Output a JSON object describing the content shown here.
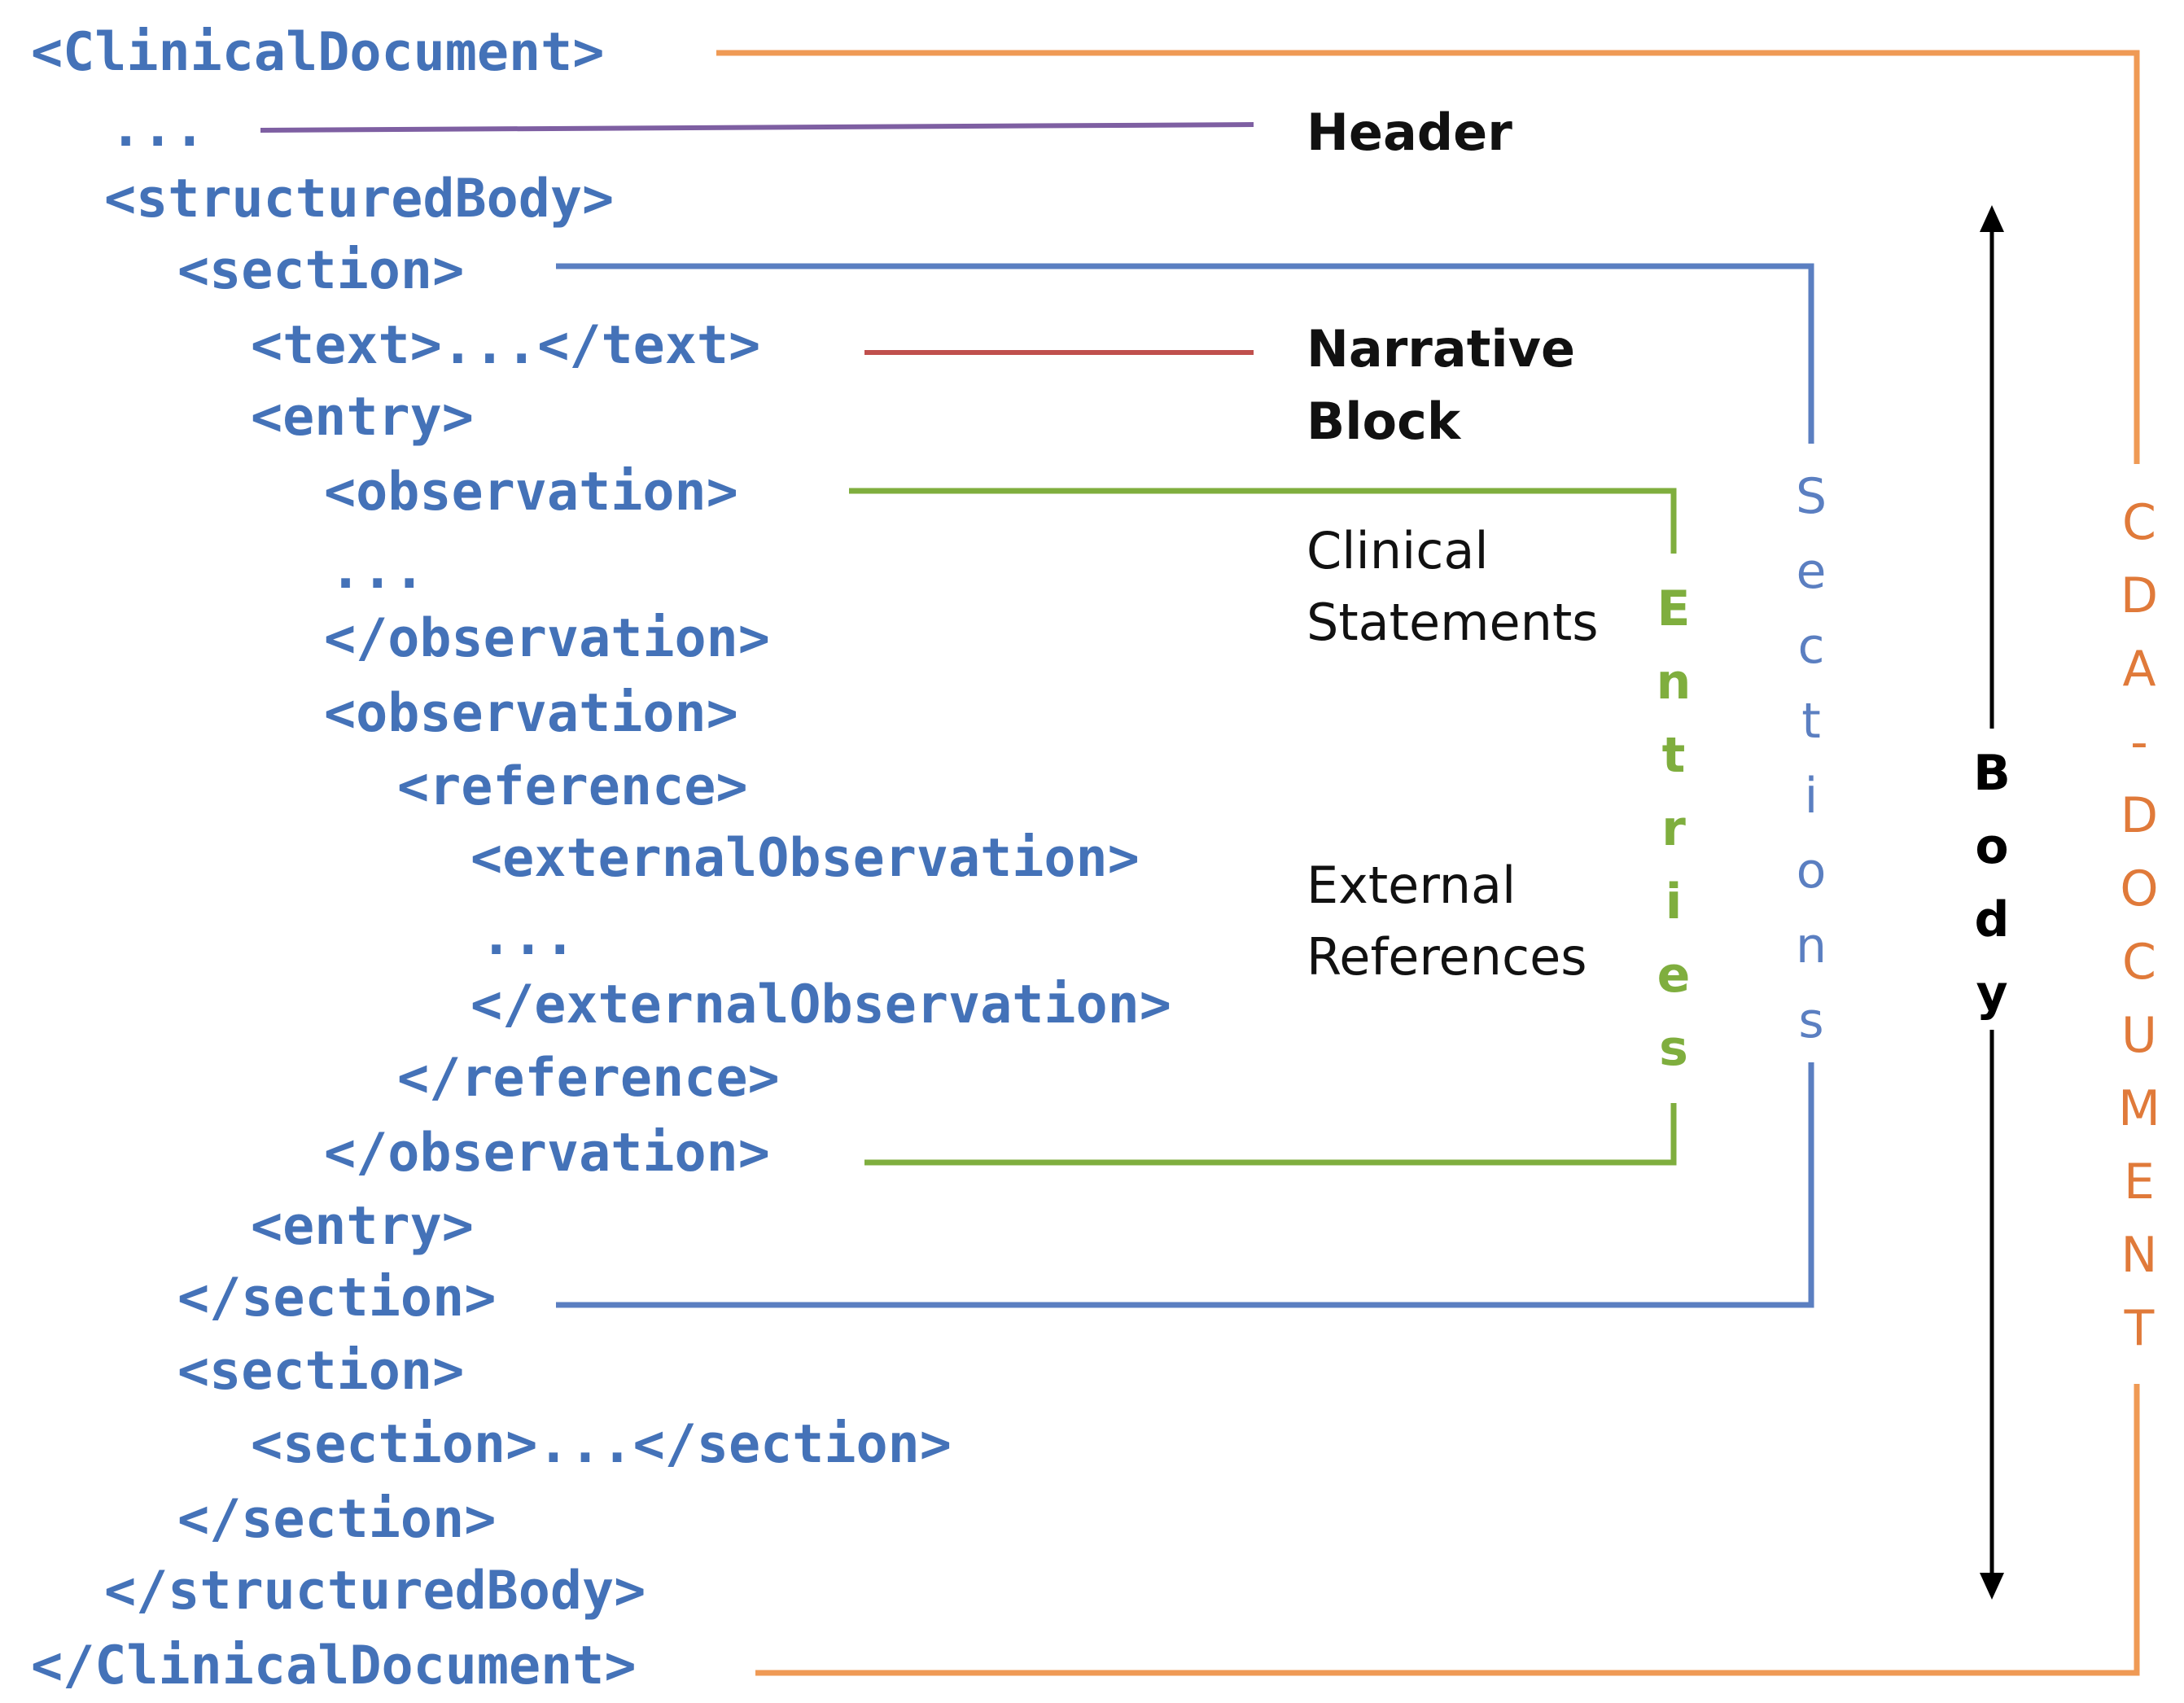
{
  "code_lines": [
    "<ClinicalDocument>",
    "...",
    "<structuredBody>",
    "<section>",
    "<text>...</text>",
    "<entry>",
    "<observation>",
    "...",
    "</observation>",
    "<observation>",
    "<reference>",
    "<externalObservation>",
    "...",
    "</externalObservation>",
    "</reference>",
    "</observation>",
    "<entry>",
    "</section>",
    "<section>",
    "<section>...</section>",
    "</section>",
    "</structuredBody>",
    "</ClinicalDocument>"
  ],
  "annotations": {
    "header": "Header",
    "narrative_block": [
      "Narrative",
      "Block"
    ],
    "clinical_statements": [
      "Clinical",
      "Statements"
    ],
    "external_references": [
      "External",
      "References"
    ]
  },
  "vertical_labels": {
    "entries": [
      "E",
      "n",
      "t",
      "r",
      "i",
      "e",
      "s"
    ],
    "sections": [
      "S",
      "e",
      "c",
      "t",
      "i",
      "o",
      "n",
      "s"
    ],
    "body": [
      "B",
      "o",
      "d",
      "y"
    ],
    "cda_document": [
      "C",
      "D",
      "A",
      "-",
      "D",
      "O",
      "C",
      "U",
      "M",
      "E",
      "N",
      "T"
    ]
  },
  "colors": {
    "code": "#4472b8",
    "header_line": "#7e5fa2",
    "narrative_line": "#c0504d",
    "entries": "#7fae3e",
    "sections": "#5b7fc1",
    "cda_document": "#ef9a55",
    "body_arrow": "#000000"
  }
}
